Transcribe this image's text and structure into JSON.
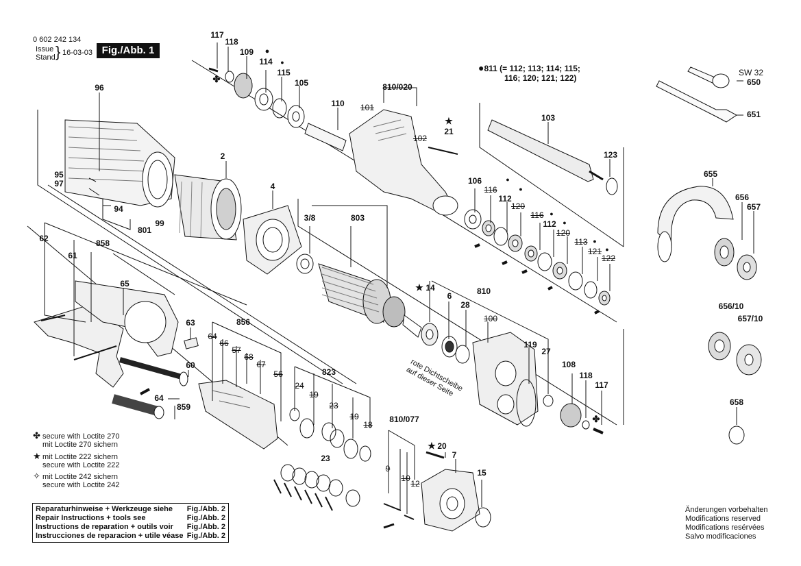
{
  "header": {
    "doc_number": "0 602 242 134",
    "issue_label": "Issue",
    "stand_label": "Stand",
    "issue_date": "16-03-03",
    "fig_label": "Fig./Abb. 1"
  },
  "legend_811": {
    "line1": "811 (= 112; 113; 114; 115;",
    "line2": "116; 120; 121; 122)"
  },
  "part_labels": [
    {
      "id": "117",
      "struck": false
    },
    {
      "id": "118",
      "struck": false
    },
    {
      "id": "109",
      "struck": false
    },
    {
      "id": "114",
      "struck": false
    },
    {
      "id": "115",
      "struck": false
    },
    {
      "id": "105",
      "struck": false
    },
    {
      "id": "110",
      "struck": false
    },
    {
      "id": "810/020",
      "struck": false
    },
    {
      "id": "101",
      "struck": true
    },
    {
      "id": "102",
      "struck": true
    },
    {
      "id": "21",
      "struck": false
    },
    {
      "id": "103",
      "struck": false
    },
    {
      "id": "123",
      "struck": false
    },
    {
      "id": "SW 32",
      "struck": false
    },
    {
      "id": "650",
      "struck": false
    },
    {
      "id": "651",
      "struck": false
    },
    {
      "id": "655",
      "struck": false
    },
    {
      "id": "656",
      "struck": false
    },
    {
      "id": "657",
      "struck": false
    },
    {
      "id": "656/10",
      "struck": false
    },
    {
      "id": "657/10",
      "struck": false
    },
    {
      "id": "658",
      "struck": false
    },
    {
      "id": "96",
      "struck": false
    },
    {
      "id": "95",
      "struck": false
    },
    {
      "id": "97",
      "struck": false
    },
    {
      "id": "94",
      "struck": false
    },
    {
      "id": "801",
      "struck": false
    },
    {
      "id": "99",
      "struck": false
    },
    {
      "id": "2",
      "struck": false
    },
    {
      "id": "4",
      "struck": false
    },
    {
      "id": "3/8",
      "struck": false
    },
    {
      "id": "803",
      "struck": false
    },
    {
      "id": "106",
      "struck": false
    },
    {
      "id": "116",
      "struck": true
    },
    {
      "id": "112",
      "struck": false
    },
    {
      "id": "120",
      "struck": true
    },
    {
      "id": "116",
      "struck": true
    },
    {
      "id": "112",
      "struck": false
    },
    {
      "id": "120",
      "struck": true
    },
    {
      "id": "113",
      "struck": true
    },
    {
      "id": "121",
      "struck": true
    },
    {
      "id": "122",
      "struck": true
    },
    {
      "id": "62",
      "struck": false
    },
    {
      "id": "858",
      "struck": false
    },
    {
      "id": "61",
      "struck": false
    },
    {
      "id": "65",
      "struck": false
    },
    {
      "id": "63",
      "struck": false
    },
    {
      "id": "856",
      "struck": false
    },
    {
      "id": "64",
      "struck": true
    },
    {
      "id": "66",
      "struck": true
    },
    {
      "id": "57",
      "struck": true
    },
    {
      "id": "68",
      "struck": true
    },
    {
      "id": "67",
      "struck": true
    },
    {
      "id": "56",
      "struck": true
    },
    {
      "id": "60",
      "struck": false
    },
    {
      "id": "64",
      "struck": false
    },
    {
      "id": "859",
      "struck": false
    },
    {
      "id": "14",
      "struck": false
    },
    {
      "id": "6",
      "struck": false
    },
    {
      "id": "28",
      "struck": false
    },
    {
      "id": "810",
      "struck": false
    },
    {
      "id": "100",
      "struck": true
    },
    {
      "id": "119",
      "struck": false
    },
    {
      "id": "27",
      "struck": false
    },
    {
      "id": "108",
      "struck": false
    },
    {
      "id": "118",
      "struck": false
    },
    {
      "id": "117",
      "struck": false
    },
    {
      "id": "823",
      "struck": false
    },
    {
      "id": "24",
      "struck": true
    },
    {
      "id": "19",
      "struck": true
    },
    {
      "id": "23",
      "struck": true
    },
    {
      "id": "19",
      "struck": true
    },
    {
      "id": "18",
      "struck": true
    },
    {
      "id": "23",
      "struck": false
    },
    {
      "id": "810/077",
      "struck": false
    },
    {
      "id": "20",
      "struck": false
    },
    {
      "id": "7",
      "struck": false
    },
    {
      "id": "9",
      "struck": true
    },
    {
      "id": "10",
      "struck": true
    },
    {
      "id": "12",
      "struck": true
    },
    {
      "id": "15",
      "struck": false
    }
  ],
  "rotated_note": {
    "line1": "rote Dichtscheibe",
    "line2": "auf dieser Seite"
  },
  "loctite_keys": [
    {
      "symbol": "✤",
      "line1": "secure with Loctite 270",
      "line2": "mit Loctite 270 sichern"
    },
    {
      "symbol": "★",
      "line1": "mit Loctite 222 sichern",
      "line2": "secure with Loctite 222"
    },
    {
      "symbol": "✧",
      "line1": "mit Loctite 242 sichern",
      "line2": "secure with Loctite 242"
    }
  ],
  "repair_box": [
    {
      "text": "Reparaturhinweise + Werkzeuge siehe",
      "ref": "Fig./Abb. 2"
    },
    {
      "text": "Repair Instructions + tools see",
      "ref": "Fig./Abb. 2"
    },
    {
      "text": "Instructions de reparation + outils voir",
      "ref": "Fig./Abb. 2"
    },
    {
      "text": "Instrucciones de reparacion + utile véase",
      "ref": "Fig./Abb. 2"
    }
  ],
  "notes": [
    "Änderungen vorbehalten",
    "Modifications reserved",
    "Modifications resérvées",
    "Salvo modificaciones"
  ],
  "colors": {
    "ink": "#111111",
    "paper": "#ffffff",
    "shade": "#9a9a9a"
  }
}
